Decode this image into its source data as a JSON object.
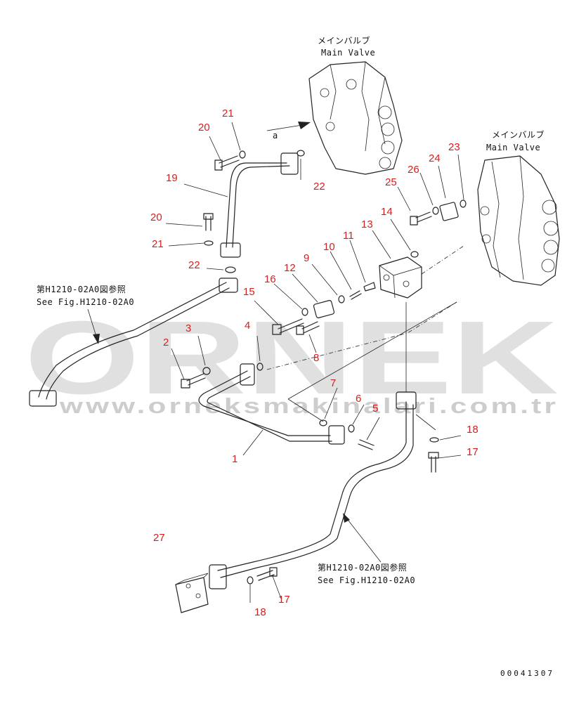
{
  "labels": {
    "main_valve_jp": "メインバルブ",
    "main_valve_en": "Main Valve",
    "see_fig_jp": "第H1210-02A0図参照",
    "see_fig_en": "See Fig.H1210-02A0",
    "view_arrow": "a",
    "drawing_code": "00041307"
  },
  "watermark": {
    "brand": "ORNEK",
    "url": "www.orneksmakinalari.com.tr"
  },
  "callouts": [
    "1",
    "2",
    "3",
    "4",
    "5",
    "6",
    "7",
    "8",
    "9",
    "10",
    "11",
    "12",
    "13",
    "14",
    "15",
    "16",
    "17",
    "18",
    "19",
    "20",
    "21",
    "22",
    "23",
    "24",
    "25",
    "26",
    "27"
  ],
  "colors": {
    "callout": "#d42020",
    "watermark": "#c8c8c8",
    "ink": "#222222"
  }
}
